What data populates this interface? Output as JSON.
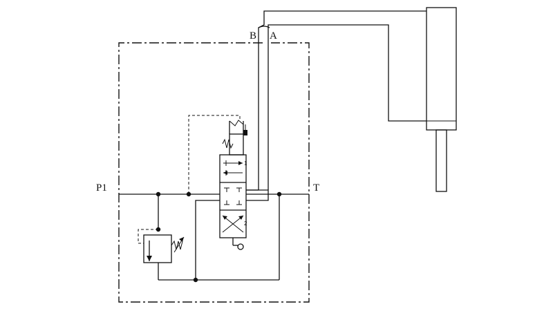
{
  "diagram": {
    "labels": {
      "port_b": "B",
      "port_a": "A",
      "port_p1": "P1",
      "port_t": "T",
      "position_1": "1",
      "position_2": "2"
    },
    "colors": {
      "line": "#111111",
      "background": "#ffffff"
    }
  }
}
